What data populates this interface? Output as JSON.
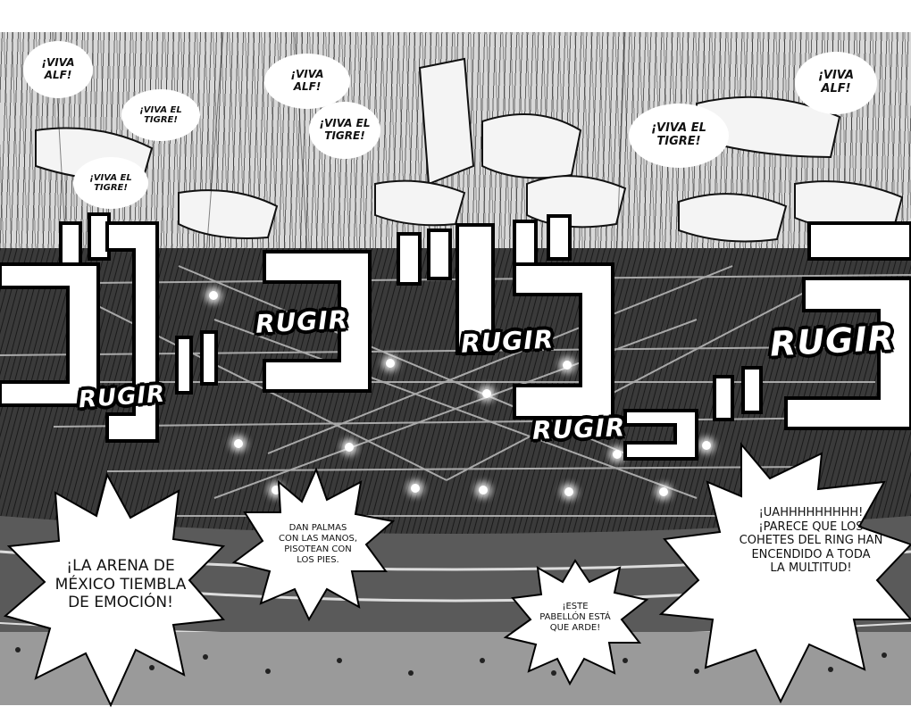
{
  "crowd_panel": {
    "bubbles": [
      {
        "text": "¡VIVA\nALF!"
      },
      {
        "text": "¡VIVA EL\nTIGRE!"
      },
      {
        "text": "¡VIVA EL\nTIGRE!"
      },
      {
        "text": "¡VIVA\nALF!"
      },
      {
        "text": "¡VIVA EL\nTIGRE!"
      },
      {
        "text": "¡VIVA EL\nTIGRE!"
      },
      {
        "text": "¡VIVA\nALF!"
      }
    ]
  },
  "sound_effects": {
    "words": [
      "RUGIR",
      "RUGIR",
      "RUGIR",
      "RUGIR",
      "RUGIR"
    ]
  },
  "narration": {
    "arena_trembles": "¡LA ARENA DE\nMÉXICO TIEMBLA\nDE EMOCIÓN!",
    "crowd_action": "DAN PALMAS\nCON LAS MANOS,\nPISOTEAN CON\nLOS PIES.",
    "pavilion": "¡ESTE\nPABELLÓN ESTÁ\nQUE ARDE!",
    "fireworks": "¡UAHHHHHHHHH!\n¡PARECE QUE LOS\nCOHETES DEL RING HAN\nENCENDIDO A TODA\nLA MULTITUD!"
  },
  "colors": {
    "ink": "#111111",
    "paper": "#ffffff",
    "arena": "#2a2a2a"
  }
}
